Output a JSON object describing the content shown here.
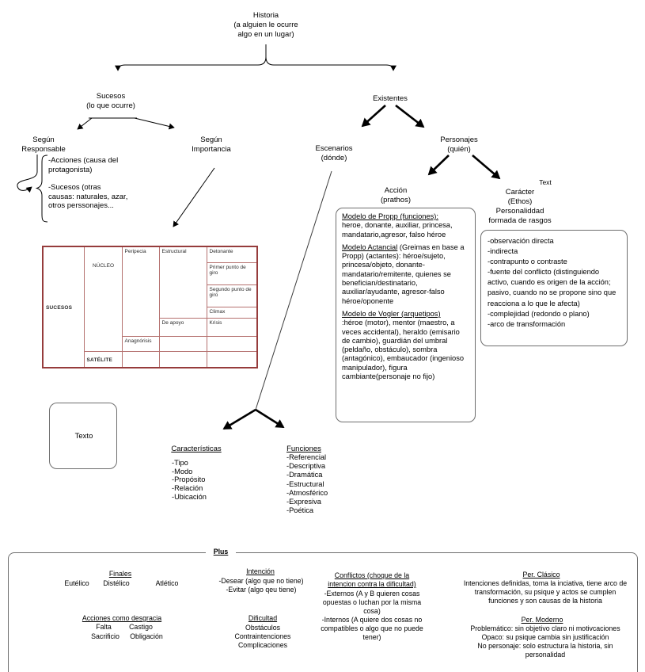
{
  "colors": {
    "line": "#000000",
    "box_border": "#6e6e6e",
    "table_border_strong": "#963c3c",
    "table_border_light": "#b5716f"
  },
  "historia": {
    "line1": "Historia",
    "line2": "(a alguien le ocurre",
    "line3": "algo en un lugar)"
  },
  "sucesos": {
    "line1": "Sucesos",
    "line2": "(lo que ocurre)"
  },
  "segun_responsable": {
    "line1": "Según",
    "line2": "Responsable"
  },
  "segun_importancia": {
    "line1": "Según",
    "line2": "Importancia"
  },
  "responsable_items": {
    "item1": "-Acciones (causa del protagonista)",
    "item2": "-Sucesos (otras causas: naturales, azar, otros perssonajes..."
  },
  "existentes": {
    "label": "Existentes"
  },
  "escenarios": {
    "line1": "Escenarios",
    "line2": "(dónde)"
  },
  "personajes": {
    "line1": "Personajes",
    "line2": "(quién)"
  },
  "accion": {
    "line1": "Acción",
    "line2": "(prathos)"
  },
  "caracter": {
    "text_label": "Text",
    "line1": "Carácter",
    "line2": "(Ethos)",
    "line3": "Personaliddad",
    "line4": "formada de rasgos"
  },
  "propp_box": {
    "s1_title": "Modelo de Propp (funciones):",
    "s1_body": "heroe, donante, auxiliar, princesa, mandatario,agresor, falso héroe",
    "s2_title": "Modelo Actancial",
    "s2_body": " (Greimas en base a Propp) (actantes): héroe/sujeto, princesa/objeto, donante-mandatario/remitente, quienes se benefician/destinatario, auxiliar/ayudante, agresor-falso héroe/oponente",
    "s3_title": "Modelo de Vogler (arquetipos)",
    "s3_body": ":héroe (motor), mentor (maestro, a veces accidental), heraldo (emisario de cambio), guardián del umbral (peldaño, obstáculo), sombra (antagónico), embaucador (ingenioso manipulador), figura cambiante(personaje no fijo)"
  },
  "rasgos_box": {
    "body": "-observación directa\n-indirecta\n-contrapunto o contraste\n-fuente del conflicto (distinguiendo activo, cuando es origen de la acción; pasivo, cuando no se propone sino que reacciona a lo que le afecta)\n-complejidad (redondo o plano)\n-arco de transformación"
  },
  "texto_box": {
    "label": "Texto"
  },
  "tabla": {
    "sucesos": "SUCESOS",
    "nucleo": "NÚCLEO",
    "satelite": "SATÉLITE",
    "peripecia": "Peripecia",
    "anagnorisis": "Anagnórisis",
    "estructural": "Estructural",
    "de_apoyo": "De apoyo",
    "detonante": "Detonante",
    "primer_giro": "Primer punto de giro",
    "segundo_giro": "Segundo punto de giro",
    "climax": "Climax",
    "krisis": "Krisis"
  },
  "caracteristicas": {
    "title": "Características",
    "body": "-Tipo\n-Modo\n-Propósito\n-Relación\n-Ubicación"
  },
  "funciones": {
    "title": "Funciones",
    "body": "-Referencial\n-Descriptiva\n-Dramática\n-Estructural\n-Atmosférico\n-Expresiva\n-Poética"
  },
  "plus": {
    "title": "Plus",
    "finales": {
      "title": "Finales",
      "item1": "Eutélico",
      "item2": "Distélico",
      "item3": "Atlético"
    },
    "intencion": {
      "title": "Intención",
      "body": "-Desear (algo que no tiene)\n-Evitar (algo qeu tiene)"
    },
    "acciones_desgracia": {
      "title": "Acciones como desgracia",
      "r1c1": "Falta",
      "r1c2": "Castigo",
      "r2c1": "Sacrificio",
      "r2c2": "Obligación"
    },
    "dificultad": {
      "title": "Dificultad",
      "body": "Obstáculos\nContraintenciones\nComplicaciones"
    },
    "conflictos": {
      "title": "Conflictos (choque de la intencion contra la dificultad)",
      "body": "-Externos (A y B quieren cosas opuestas o luchan por la misma cosa)\n-Internos (A quiere dos cosas no compatibles o algo que no puede tener)"
    },
    "per_clasico": {
      "title": "Per. Clásico",
      "body": "Intenciones definidas, toma la inciativa, tiene arco de transformación, su psique y actos se cumplen funciones y son causas de la historia"
    },
    "per_moderno": {
      "title": "Per. Moderno",
      "body": "Problemático: sin objetivo claro ni motivcaciones\nOpaco: su psique cambia sin justificación\nNo personaje: solo estructura la historia, sin personalidad"
    }
  }
}
